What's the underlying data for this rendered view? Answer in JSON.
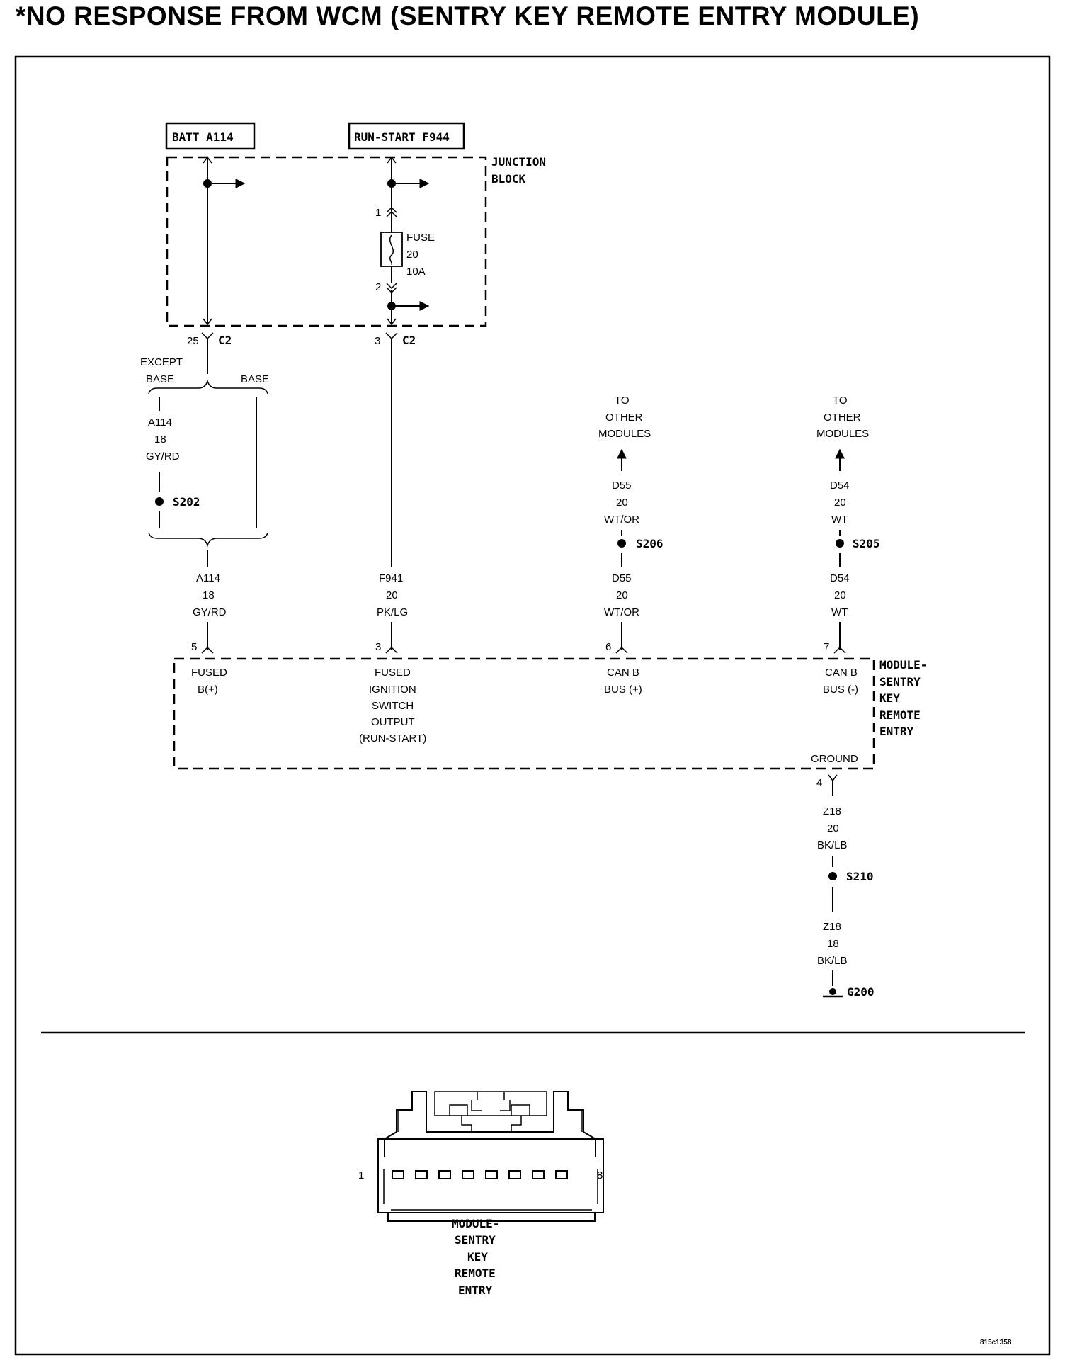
{
  "title": "*NO RESPONSE FROM WCM (SENTRY KEY REMOTE ENTRY MODULE)",
  "sources": {
    "batt": "BATT A114",
    "run_start": "RUN-START F944"
  },
  "junction_block": {
    "line1": "JUNCTION",
    "line2": "BLOCK"
  },
  "fuse": {
    "name": "FUSE",
    "number": "20",
    "rating": "10A",
    "pin_top": "1",
    "pin_bottom": "2"
  },
  "c2_left": {
    "pin": "25",
    "connector": "C2"
  },
  "c2_mid": {
    "pin": "3",
    "connector": "C2"
  },
  "options": {
    "except_line1": "EXCEPT",
    "except_line2": "BASE",
    "base": "BASE"
  },
  "wires": {
    "a114_upper": {
      "circuit": "A114",
      "gauge": "18",
      "color": "GY/RD"
    },
    "a114_lower": {
      "circuit": "A114",
      "gauge": "18",
      "color": "GY/RD"
    },
    "f941": {
      "circuit": "F941",
      "gauge": "20",
      "color": "PK/LG"
    },
    "d55_upper": {
      "circuit": "D55",
      "gauge": "20",
      "color": "WT/OR"
    },
    "d55_lower": {
      "circuit": "D55",
      "gauge": "20",
      "color": "WT/OR"
    },
    "d54_upper": {
      "circuit": "D54",
      "gauge": "20",
      "color": "WT"
    },
    "d54_lower": {
      "circuit": "D54",
      "gauge": "20",
      "color": "WT"
    },
    "z18_upper": {
      "circuit": "Z18",
      "gauge": "20",
      "color": "BK/LB"
    },
    "z18_lower": {
      "circuit": "Z18",
      "gauge": "18",
      "color": "BK/LB"
    }
  },
  "splices": {
    "s202": "S202",
    "s206": "S206",
    "s205": "S205",
    "s210": "S210"
  },
  "ground": "G200",
  "to_other_d55": {
    "l1": "TO",
    "l2": "OTHER",
    "l3": "MODULES"
  },
  "to_other_d54": {
    "l1": "TO",
    "l2": "OTHER",
    "l3": "MODULES"
  },
  "module": {
    "label": [
      "MODULE-",
      "SENTRY",
      "KEY",
      "REMOTE",
      "ENTRY"
    ],
    "pins": {
      "p5": {
        "num": "5",
        "lines": [
          "FUSED",
          "B(+)"
        ]
      },
      "p3": {
        "num": "3",
        "lines": [
          "FUSED",
          "IGNITION",
          "SWITCH",
          "OUTPUT",
          "(RUN-START)"
        ]
      },
      "p6": {
        "num": "6",
        "lines": [
          "CAN B",
          "BUS (+)"
        ]
      },
      "p7": {
        "num": "7",
        "lines": [
          "CAN B",
          "BUS (-)"
        ]
      },
      "p4": {
        "num": "4",
        "lines": [
          "GROUND"
        ]
      }
    }
  },
  "connector_view": {
    "pin_first": "1",
    "pin_last": "8",
    "pin_count": 8,
    "label": [
      "MODULE-",
      "SENTRY",
      "KEY",
      "REMOTE",
      "ENTRY"
    ]
  },
  "figure_code": "815c1358"
}
